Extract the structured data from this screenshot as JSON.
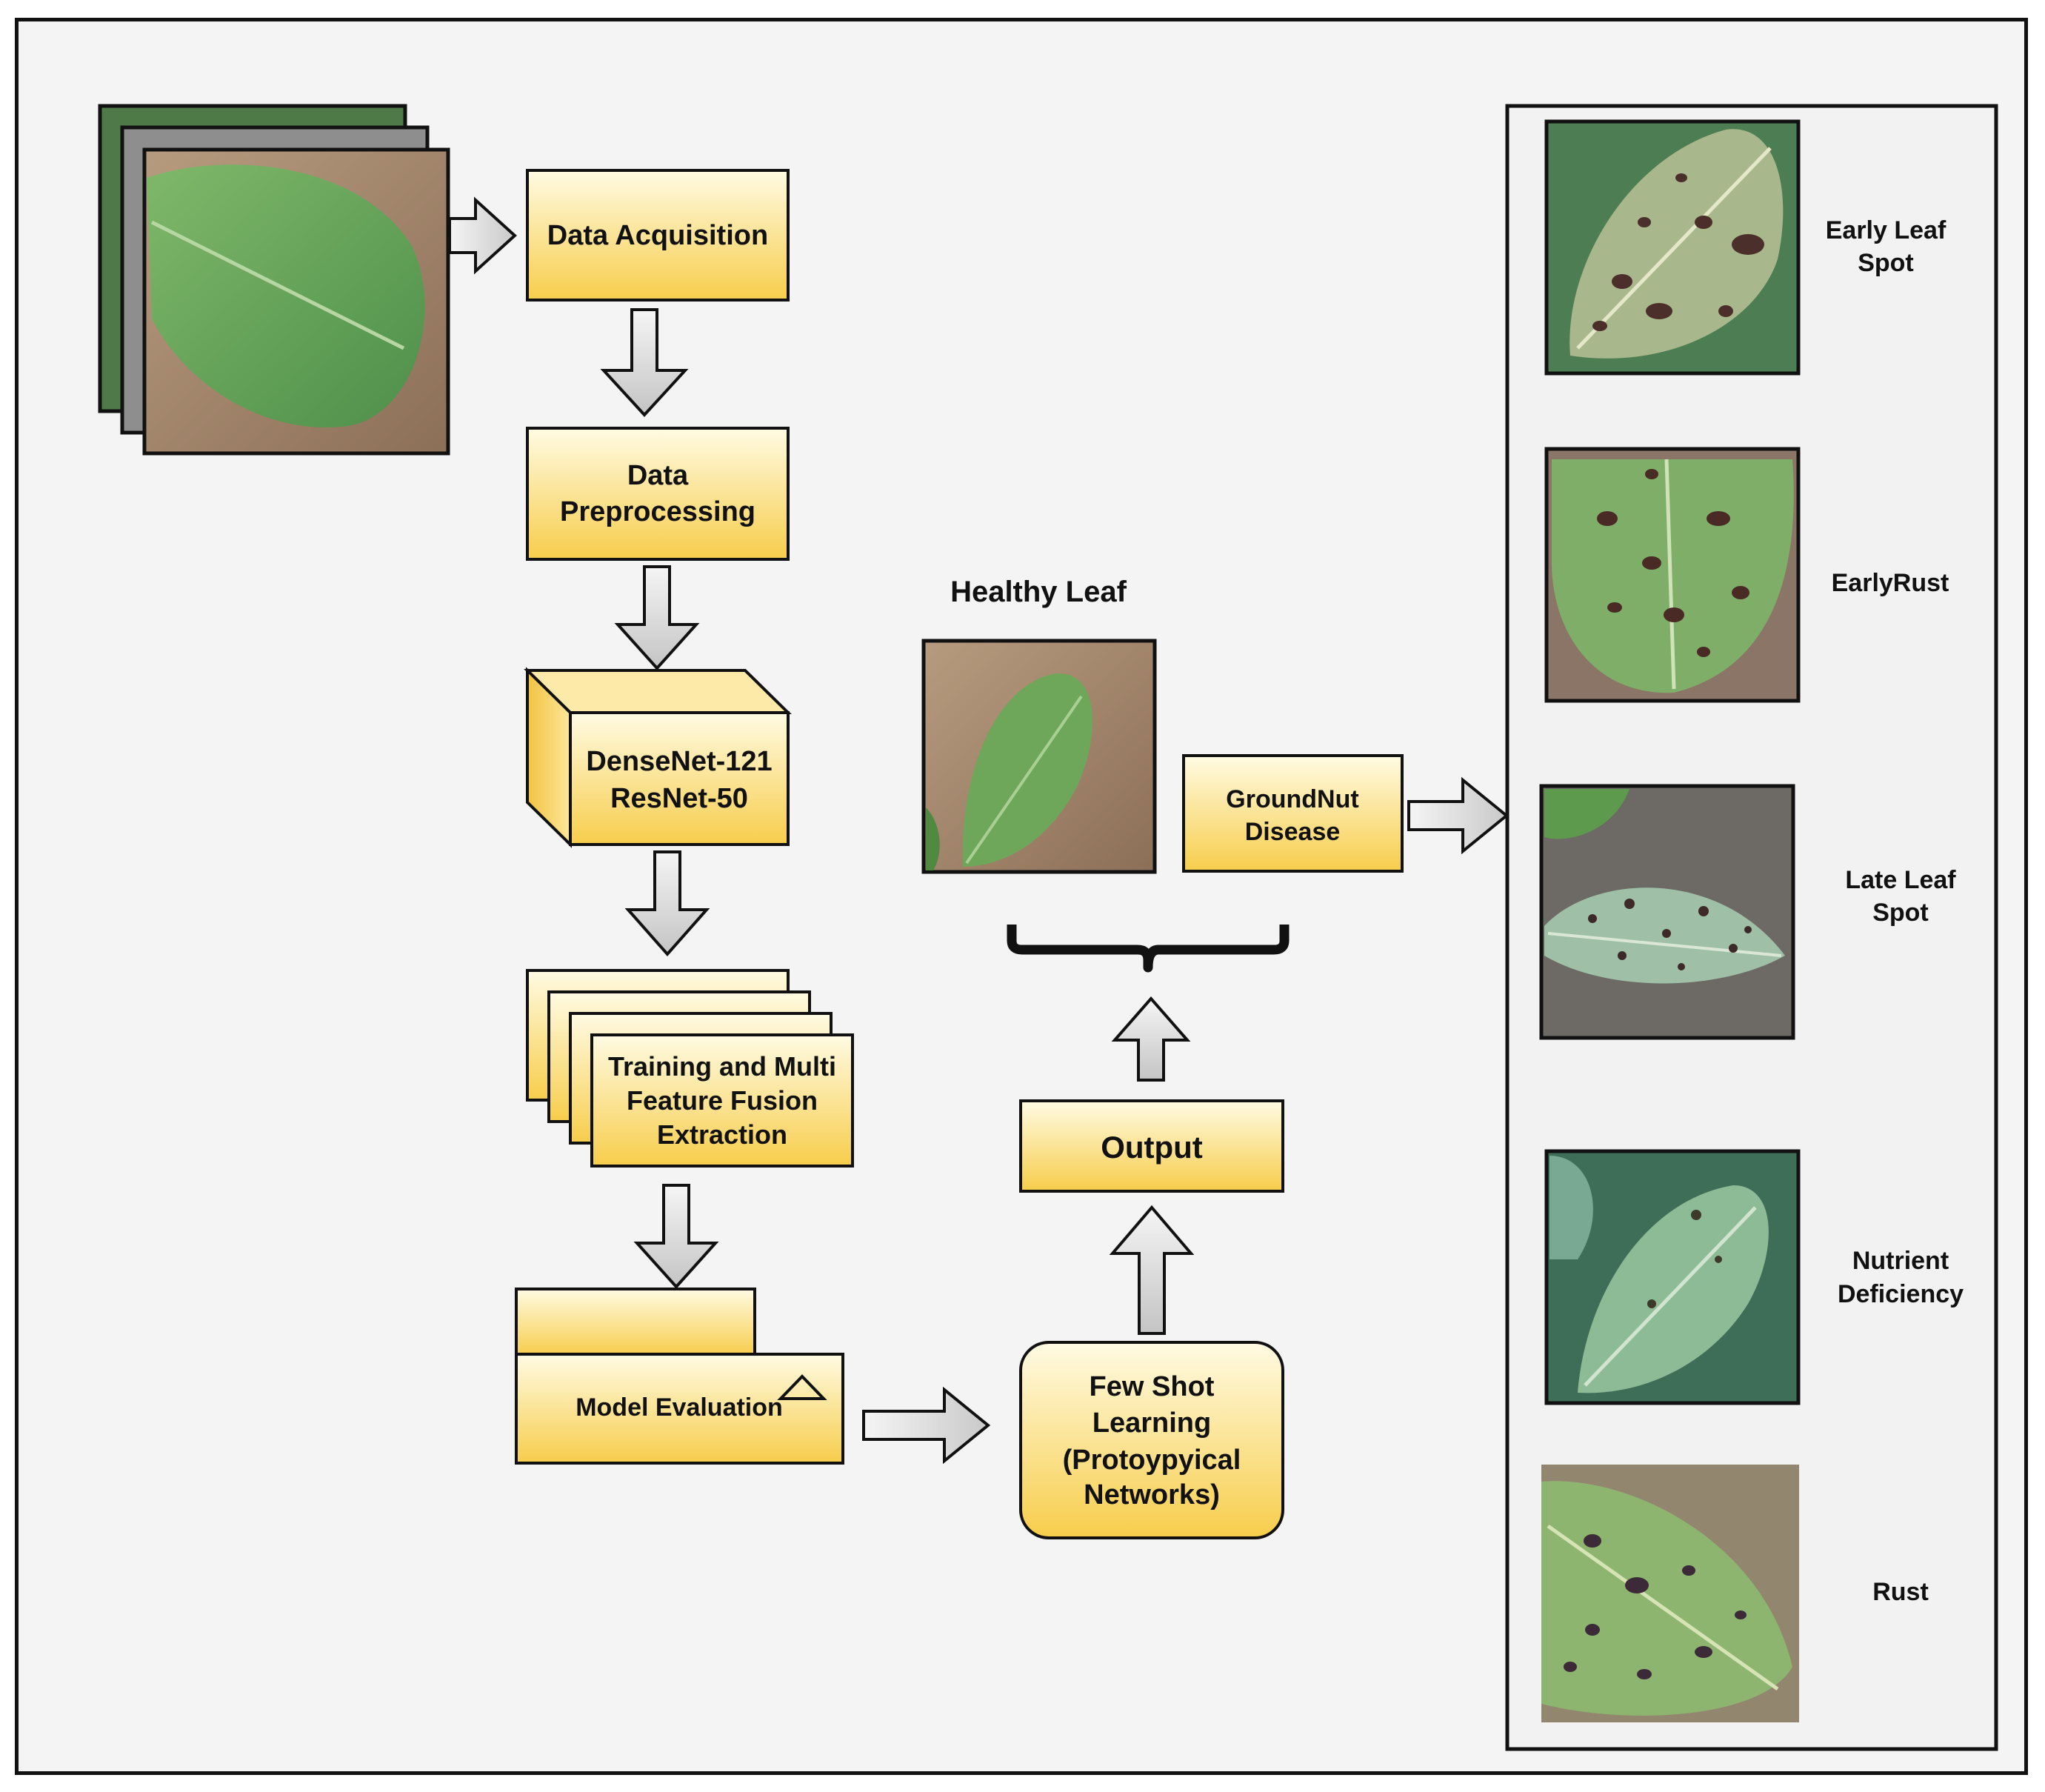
{
  "pipeline": {
    "data_acquisition": "Data Acquisition",
    "data_preprocessing": [
      "Data",
      "Preprocessing"
    ],
    "backbone": [
      "DenseNet-121",
      "ResNet-50"
    ],
    "training": [
      "Training and Multi",
      "Feature Fusion",
      "Extraction"
    ],
    "model_evaluation": "Model Evaluation",
    "few_shot": [
      "Few Shot",
      "Learning",
      "(Protoypyical",
      "Networks)"
    ],
    "output": "Output"
  },
  "healthy_leaf_label": "Healthy Leaf",
  "groundnut_disease": [
    "GroundNut",
    "Disease"
  ],
  "diseases": [
    {
      "lines": [
        "Early Leaf",
        "Spot"
      ]
    },
    {
      "lines": [
        "EarlyRust"
      ]
    },
    {
      "lines": [
        "Late Leaf",
        "Spot"
      ]
    },
    {
      "lines": [
        "Nutrient",
        "Deficiency"
      ]
    },
    {
      "lines": [
        "Rust"
      ]
    }
  ],
  "colors": {
    "box_top": "#fffbe0",
    "box_bottom": "#f8cf4e",
    "arrow_fill": "#e2e2e2",
    "stroke": "#111111",
    "background": "#f4f4f4"
  }
}
